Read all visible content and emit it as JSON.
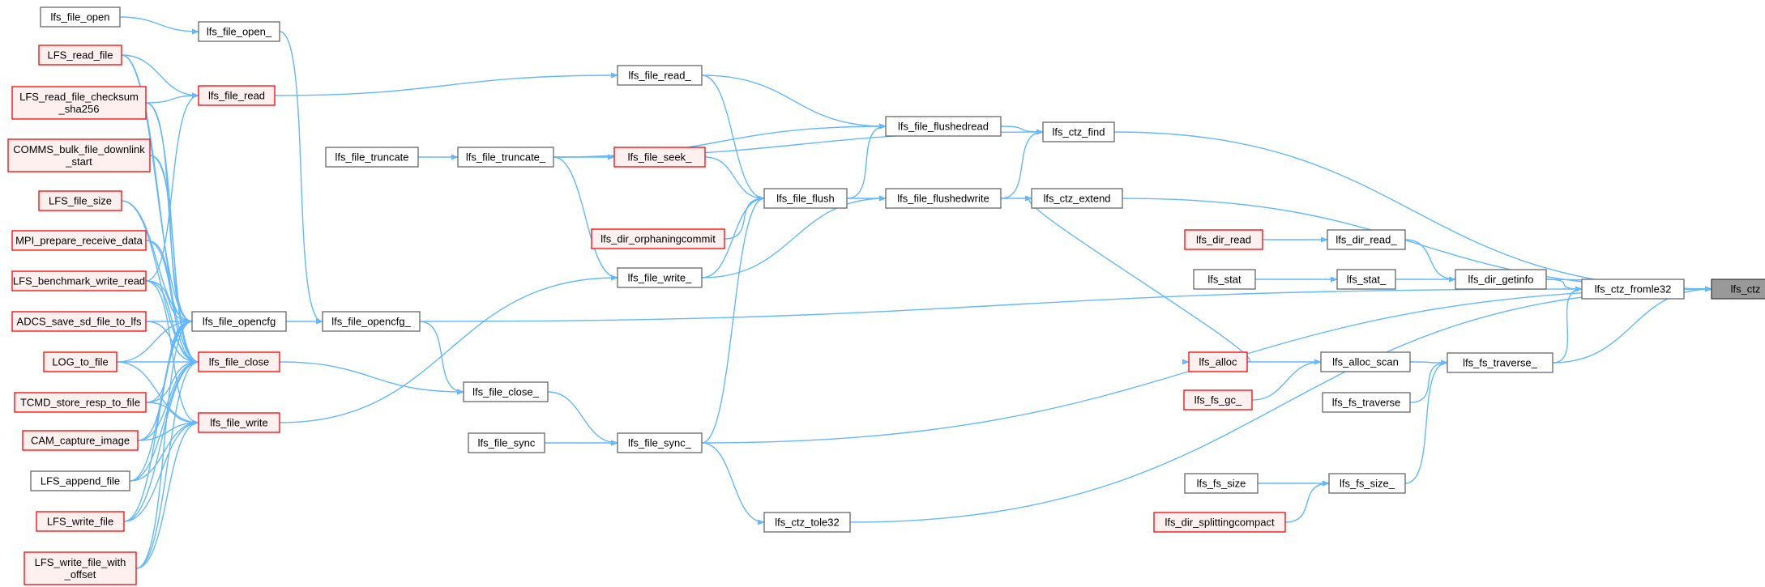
{
  "colors": {
    "edge": "#63b8ff",
    "node_border_default": "#666666",
    "node_border_highlight": "#ff0000",
    "node_fill_default": "#ffffff",
    "node_fill_highlight": "#fff0f0",
    "node_fill_root": "#999999",
    "node_border_root": "#404040"
  },
  "nodes": [
    {
      "id": "lfs_ctz",
      "lines": [
        "lfs_ctz"
      ],
      "style": "root"
    },
    {
      "id": "lfs_ctz_find",
      "lines": [
        "lfs_ctz_find"
      ],
      "style": "normal"
    },
    {
      "id": "lfs_ctz_extend",
      "lines": [
        "lfs_ctz_extend"
      ],
      "style": "normal"
    },
    {
      "id": "lfs_dir_getinfo",
      "lines": [
        "lfs_dir_getinfo"
      ],
      "style": "normal"
    },
    {
      "id": "lfs_ctz_fromle32",
      "lines": [
        "lfs_ctz_fromle32"
      ],
      "style": "normal"
    },
    {
      "id": "lfs_fs_traverse_",
      "lines": [
        "lfs_fs_traverse_"
      ],
      "style": "normal"
    },
    {
      "id": "lfs_file_sync_",
      "lines": [
        "lfs_file_sync_"
      ],
      "style": "normal"
    },
    {
      "id": "lfs_ctz_tole32",
      "lines": [
        "lfs_ctz_tole32"
      ],
      "style": "normal"
    },
    {
      "id": "lfs_file_flushedread",
      "lines": [
        "lfs_file_flushedread"
      ],
      "style": "normal"
    },
    {
      "id": "lfs_file_flushedwrite",
      "lines": [
        "lfs_file_flushedwrite"
      ],
      "style": "normal"
    },
    {
      "id": "lfs_file_read_",
      "lines": [
        "lfs_file_read_"
      ],
      "style": "normal"
    },
    {
      "id": "lfs_file_truncate_",
      "lines": [
        "lfs_file_truncate_"
      ],
      "style": "normal"
    },
    {
      "id": "lfs_file_flush",
      "lines": [
        "lfs_file_flush"
      ],
      "style": "normal"
    },
    {
      "id": "lfs_file_seek_",
      "lines": [
        "lfs_file_seek_"
      ],
      "style": "highlight"
    },
    {
      "id": "lfs_dir_orphaningcommit",
      "lines": [
        "lfs_dir_orphaningcommit"
      ],
      "style": "highlight"
    },
    {
      "id": "lfs_file_write_",
      "lines": [
        "lfs_file_write_"
      ],
      "style": "normal"
    },
    {
      "id": "lfs_file_truncate",
      "lines": [
        "lfs_file_truncate"
      ],
      "style": "normal"
    },
    {
      "id": "lfs_file_read",
      "lines": [
        "lfs_file_read"
      ],
      "style": "highlight"
    },
    {
      "id": "lfs_file_open",
      "lines": [
        "lfs_file_open"
      ],
      "style": "normal"
    },
    {
      "id": "lfs_file_open_",
      "lines": [
        "lfs_file_open_"
      ],
      "style": "normal"
    },
    {
      "id": "lfs_file_opencfg_",
      "lines": [
        "lfs_file_opencfg_"
      ],
      "style": "normal"
    },
    {
      "id": "lfs_file_opencfg",
      "lines": [
        "lfs_file_opencfg"
      ],
      "style": "normal"
    },
    {
      "id": "lfs_file_close_",
      "lines": [
        "lfs_file_close_"
      ],
      "style": "normal"
    },
    {
      "id": "lfs_file_close",
      "lines": [
        "lfs_file_close"
      ],
      "style": "highlight"
    },
    {
      "id": "lfs_file_write",
      "lines": [
        "lfs_file_write"
      ],
      "style": "highlight"
    },
    {
      "id": "lfs_file_sync",
      "lines": [
        "lfs_file_sync"
      ],
      "style": "normal"
    },
    {
      "id": "LFS_read_file",
      "lines": [
        "LFS_read_file"
      ],
      "style": "highlight"
    },
    {
      "id": "LFS_read_file_checksum_sha256",
      "lines": [
        "LFS_read_file_checksum",
        "_sha256"
      ],
      "style": "highlight"
    },
    {
      "id": "COMMS_bulk_file_downlink_start",
      "lines": [
        "COMMS_bulk_file_downlink",
        "_start"
      ],
      "style": "highlight"
    },
    {
      "id": "LFS_file_size",
      "lines": [
        "LFS_file_size"
      ],
      "style": "highlight"
    },
    {
      "id": "MPI_prepare_receive_data",
      "lines": [
        "MPI_prepare_receive_data"
      ],
      "style": "highlight"
    },
    {
      "id": "LFS_benchmark_write_read",
      "lines": [
        "LFS_benchmark_write_read"
      ],
      "style": "highlight"
    },
    {
      "id": "ADCS_save_sd_file_to_lfs",
      "lines": [
        "ADCS_save_sd_file_to_lfs"
      ],
      "style": "highlight"
    },
    {
      "id": "LOG_to_file",
      "lines": [
        "LOG_to_file"
      ],
      "style": "highlight"
    },
    {
      "id": "TCMD_store_resp_to_file",
      "lines": [
        "TCMD_store_resp_to_file"
      ],
      "style": "highlight"
    },
    {
      "id": "CAM_capture_image",
      "lines": [
        "CAM_capture_image"
      ],
      "style": "highlight"
    },
    {
      "id": "LFS_append_file",
      "lines": [
        "LFS_append_file"
      ],
      "style": "normal"
    },
    {
      "id": "LFS_write_file",
      "lines": [
        "LFS_write_file"
      ],
      "style": "highlight"
    },
    {
      "id": "LFS_write_file_with_offset",
      "lines": [
        "LFS_write_file_with",
        "_offset"
      ],
      "style": "highlight"
    },
    {
      "id": "lfs_dir_read",
      "lines": [
        "lfs_dir_read"
      ],
      "style": "highlight"
    },
    {
      "id": "lfs_dir_read_",
      "lines": [
        "lfs_dir_read_"
      ],
      "style": "normal"
    },
    {
      "id": "lfs_stat",
      "lines": [
        "lfs_stat"
      ],
      "style": "normal"
    },
    {
      "id": "lfs_stat_",
      "lines": [
        "lfs_stat_"
      ],
      "style": "normal"
    },
    {
      "id": "lfs_alloc",
      "lines": [
        "lfs_alloc"
      ],
      "style": "highlight"
    },
    {
      "id": "lfs_alloc_scan",
      "lines": [
        "lfs_alloc_scan"
      ],
      "style": "normal"
    },
    {
      "id": "lfs_fs_gc_",
      "lines": [
        "lfs_fs_gc_"
      ],
      "style": "highlight"
    },
    {
      "id": "lfs_fs_traverse",
      "lines": [
        "lfs_fs_traverse"
      ],
      "style": "normal"
    },
    {
      "id": "lfs_fs_size",
      "lines": [
        "lfs_fs_size"
      ],
      "style": "normal"
    },
    {
      "id": "lfs_fs_size_",
      "lines": [
        "lfs_fs_size_"
      ],
      "style": "normal"
    },
    {
      "id": "lfs_dir_splittingcompact",
      "lines": [
        "lfs_dir_splittingcompact"
      ],
      "style": "highlight"
    }
  ],
  "edges": [
    [
      "lfs_ctz_find",
      "lfs_ctz"
    ],
    [
      "lfs_ctz_extend",
      "lfs_ctz"
    ],
    [
      "lfs_dir_getinfo",
      "lfs_ctz"
    ],
    [
      "lfs_ctz_fromle32",
      "lfs_ctz"
    ],
    [
      "lfs_fs_traverse_",
      "lfs_ctz"
    ],
    [
      "lfs_file_sync_",
      "lfs_ctz"
    ],
    [
      "lfs_ctz_tole32",
      "lfs_ctz"
    ],
    [
      "lfs_file_flushedread",
      "lfs_ctz_find"
    ],
    [
      "lfs_file_flushedwrite",
      "lfs_ctz_find"
    ],
    [
      "lfs_file_truncate_",
      "lfs_ctz_find"
    ],
    [
      "lfs_file_flushedwrite",
      "lfs_ctz_extend"
    ],
    [
      "lfs_alloc",
      "lfs_ctz_extend"
    ],
    [
      "lfs_dir_getinfo",
      "lfs_ctz_fromle32"
    ],
    [
      "lfs_file_opencfg_",
      "lfs_ctz_fromle32"
    ],
    [
      "lfs_fs_traverse_",
      "lfs_ctz_fromle32"
    ],
    [
      "lfs_dir_read_",
      "lfs_dir_getinfo"
    ],
    [
      "lfs_stat_",
      "lfs_dir_getinfo"
    ],
    [
      "lfs_dir_read",
      "lfs_dir_read_"
    ],
    [
      "lfs_stat",
      "lfs_stat_"
    ],
    [
      "lfs_alloc_scan",
      "lfs_fs_traverse_"
    ],
    [
      "lfs_fs_traverse",
      "lfs_fs_traverse_"
    ],
    [
      "lfs_fs_size_",
      "lfs_fs_traverse_"
    ],
    [
      "lfs_alloc_scan",
      "lfs_alloc"
    ],
    [
      "lfs_fs_gc_",
      "lfs_alloc_scan"
    ],
    [
      "lfs_fs_size",
      "lfs_fs_size_"
    ],
    [
      "lfs_dir_splittingcompact",
      "lfs_fs_size_"
    ],
    [
      "lfs_file_read_",
      "lfs_file_flushedread"
    ],
    [
      "lfs_file_truncate_",
      "lfs_file_flushedread"
    ],
    [
      "lfs_file_flush",
      "lfs_file_flushedread"
    ],
    [
      "lfs_file_flush",
      "lfs_file_flushedwrite"
    ],
    [
      "lfs_file_write_",
      "lfs_file_flushedwrite"
    ],
    [
      "lfs_file_read_",
      "lfs_file_flush"
    ],
    [
      "lfs_file_seek_",
      "lfs_file_flush"
    ],
    [
      "lfs_dir_orphaningcommit",
      "lfs_file_flush"
    ],
    [
      "lfs_file_write_",
      "lfs_file_flush"
    ],
    [
      "lfs_file_sync_",
      "lfs_file_flush"
    ],
    [
      "lfs_file_truncate_",
      "lfs_file_seek_"
    ],
    [
      "lfs_file_truncate_",
      "lfs_file_write_"
    ],
    [
      "lfs_file_truncate",
      "lfs_file_truncate_"
    ],
    [
      "lfs_file_read",
      "lfs_file_read_"
    ],
    [
      "lfs_file_write",
      "lfs_file_write_"
    ],
    [
      "lfs_file_open",
      "lfs_file_open_"
    ],
    [
      "lfs_file_open_",
      "lfs_file_opencfg_"
    ],
    [
      "lfs_file_opencfg",
      "lfs_file_opencfg_"
    ],
    [
      "lfs_file_opencfg_",
      "lfs_file_close_"
    ],
    [
      "lfs_file_close",
      "lfs_file_close_"
    ],
    [
      "lfs_file_close_",
      "lfs_file_sync_"
    ],
    [
      "lfs_file_sync",
      "lfs_file_sync_"
    ],
    [
      "lfs_file_sync_",
      "lfs_ctz_tole32"
    ],
    [
      "LFS_read_file",
      "lfs_file_read"
    ],
    [
      "LFS_read_file_checksum_sha256",
      "lfs_file_read"
    ],
    [
      "LFS_benchmark_write_read",
      "lfs_file_read"
    ],
    [
      "LFS_read_file",
      "lfs_file_opencfg"
    ],
    [
      "LFS_read_file_checksum_sha256",
      "lfs_file_opencfg"
    ],
    [
      "COMMS_bulk_file_downlink_start",
      "lfs_file_opencfg"
    ],
    [
      "LFS_file_size",
      "lfs_file_opencfg"
    ],
    [
      "MPI_prepare_receive_data",
      "lfs_file_opencfg"
    ],
    [
      "LFS_benchmark_write_read",
      "lfs_file_opencfg"
    ],
    [
      "ADCS_save_sd_file_to_lfs",
      "lfs_file_opencfg"
    ],
    [
      "LOG_to_file",
      "lfs_file_opencfg"
    ],
    [
      "TCMD_store_resp_to_file",
      "lfs_file_opencfg"
    ],
    [
      "CAM_capture_image",
      "lfs_file_opencfg"
    ],
    [
      "LFS_append_file",
      "lfs_file_opencfg"
    ],
    [
      "LFS_write_file",
      "lfs_file_opencfg"
    ],
    [
      "LFS_write_file_with_offset",
      "lfs_file_opencfg"
    ],
    [
      "LFS_read_file",
      "lfs_file_close"
    ],
    [
      "LFS_read_file_checksum_sha256",
      "lfs_file_close"
    ],
    [
      "COMMS_bulk_file_downlink_start",
      "lfs_file_close"
    ],
    [
      "LFS_file_size",
      "lfs_file_close"
    ],
    [
      "MPI_prepare_receive_data",
      "lfs_file_close"
    ],
    [
      "LFS_benchmark_write_read",
      "lfs_file_close"
    ],
    [
      "ADCS_save_sd_file_to_lfs",
      "lfs_file_close"
    ],
    [
      "LOG_to_file",
      "lfs_file_close"
    ],
    [
      "TCMD_store_resp_to_file",
      "lfs_file_close"
    ],
    [
      "CAM_capture_image",
      "lfs_file_close"
    ],
    [
      "LFS_append_file",
      "lfs_file_close"
    ],
    [
      "LFS_write_file",
      "lfs_file_close"
    ],
    [
      "LFS_write_file_with_offset",
      "lfs_file_close"
    ],
    [
      "LFS_benchmark_write_read",
      "lfs_file_write"
    ],
    [
      "LOG_to_file",
      "lfs_file_write"
    ],
    [
      "TCMD_store_resp_to_file",
      "lfs_file_write"
    ],
    [
      "CAM_capture_image",
      "lfs_file_write"
    ],
    [
      "LFS_append_file",
      "lfs_file_write"
    ],
    [
      "LFS_write_file",
      "lfs_file_write"
    ],
    [
      "LFS_write_file_with_offset",
      "lfs_file_write"
    ]
  ]
}
